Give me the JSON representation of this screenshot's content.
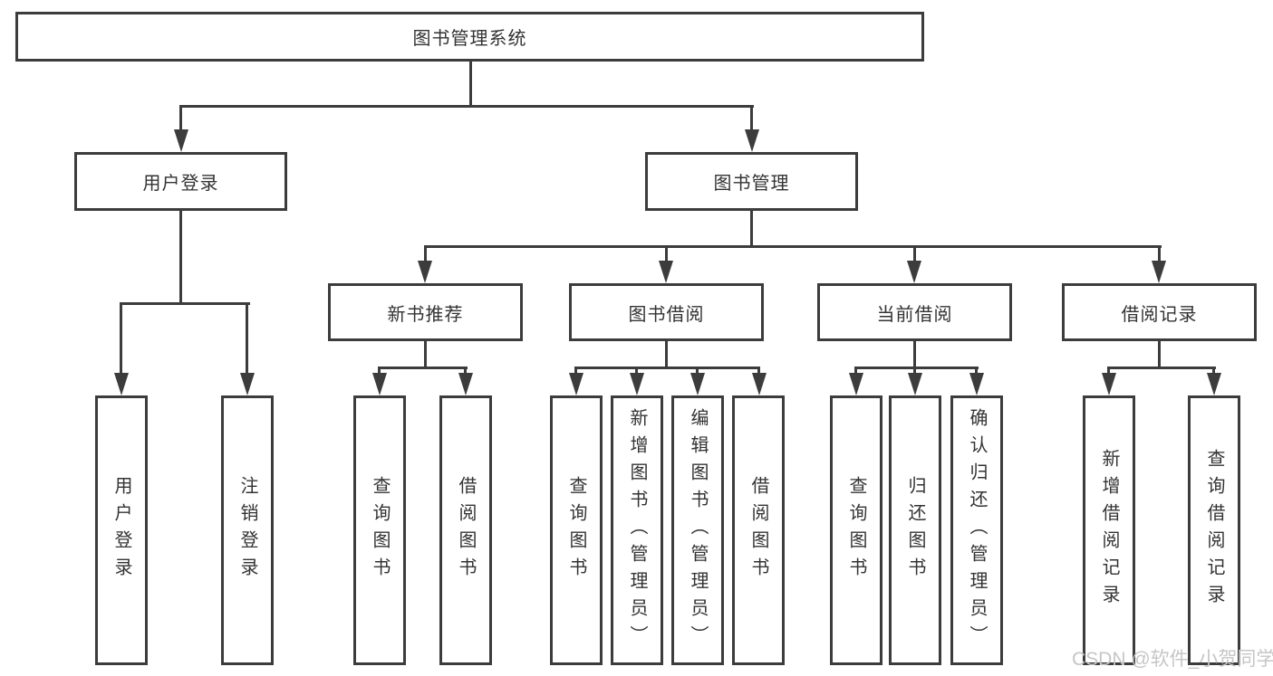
{
  "diagram": {
    "root": {
      "label": "图书管理系统"
    },
    "level2": [
      {
        "label": "用户登录"
      },
      {
        "label": "图书管理"
      }
    ],
    "level3": [
      {
        "label": "新书推荐"
      },
      {
        "label": "图书借阅"
      },
      {
        "label": "当前借阅"
      },
      {
        "label": "借阅记录"
      }
    ],
    "leaves": {
      "login": [
        "用户登录",
        "注销登录"
      ],
      "recommend": [
        "查询图书",
        "借阅图书"
      ],
      "borrow": [
        "查询图书",
        "新增图书（管理员）",
        "编辑图书（管理员）",
        "借阅图书"
      ],
      "current": [
        "查询图书",
        "归还图书",
        "确认归还（管理员）"
      ],
      "records": [
        "新增借阅记录",
        "查询借阅记录"
      ]
    }
  },
  "watermark": {
    "text": "CSDN @软件_小贺同学"
  },
  "colors": {
    "line": "#3c3c3c",
    "text": "#333333",
    "watermark": "#c6c6c6",
    "background": "#ffffff"
  }
}
